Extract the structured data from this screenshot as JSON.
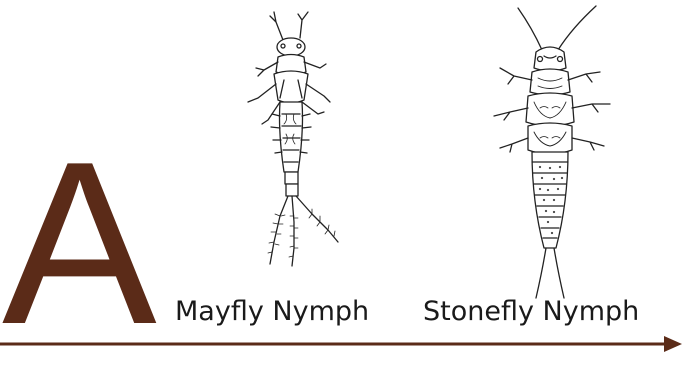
{
  "panel": {
    "letter": "A"
  },
  "organisms": [
    {
      "label": "Mayfly Nymph"
    },
    {
      "label": "Stonefly Nymph"
    }
  ],
  "colors": {
    "accent": "#5b2b18",
    "text": "#1a1a1a",
    "lineart": "#222222"
  },
  "icons": {
    "mayfly": "mayfly-nymph-illustration",
    "stonefly": "stonefly-nymph-illustration",
    "arrow": "arrow-right-icon"
  }
}
